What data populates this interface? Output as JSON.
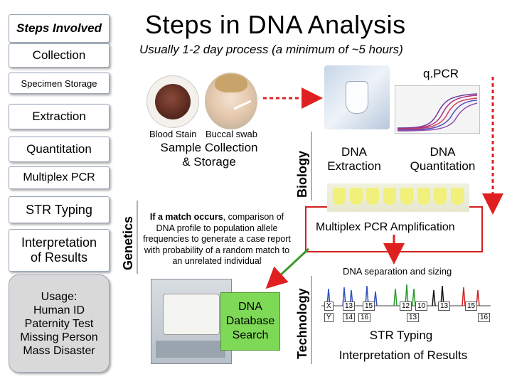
{
  "sidebar": {
    "heading": "Steps Involved",
    "collection": "Collection",
    "specimen_storage": "Specimen Storage",
    "extraction": "Extraction",
    "quantitation": "Quantitation",
    "multiplex_pcr": "Multiplex PCR",
    "str_typing": "STR Typing",
    "interpretation": [
      "Interpretation",
      "of Results"
    ],
    "usage": [
      "Usage:",
      "Human ID",
      "Paternity Test",
      "Missing Person",
      "Mass Disaster"
    ]
  },
  "title": "Steps in DNA Analysis",
  "subtitle": "Usually 1-2 day process (a minimum of ~5 hours)",
  "labels": {
    "biology": "Biology",
    "genetics": "Genetics",
    "technology": "Technology"
  },
  "collection": {
    "blood_stain": "Blood Stain",
    "buccal_swab": "Buccal swab",
    "caption": [
      "Sample Collection",
      "& Storage"
    ]
  },
  "lab": {
    "qpcr": "q.PCR",
    "dna_extraction": [
      "DNA",
      "Extraction"
    ],
    "dna_quantitation": [
      "DNA",
      "Quantitation"
    ],
    "multiplex_amp": "Multiplex PCR Amplification",
    "separation": "DNA separation and sizing",
    "str_typing": "STR Typing",
    "interpretation": "Interpretation of Results"
  },
  "match_paragraph": {
    "bold": "If a match occurs",
    "rest": ", comparison of DNA profile to population allele frequencies to generate a case report with probability of a random match to an unrelated individual"
  },
  "database": [
    "DNA",
    "Database",
    "Search"
  ],
  "electropherogram": {
    "row1": [
      "X",
      "13",
      "15",
      "12",
      "10",
      "13",
      "15"
    ],
    "row2": [
      "Y",
      "14",
      "16",
      "13",
      "16"
    ]
  },
  "colors": {
    "heading": "#000000",
    "arrow_red": "#e02020",
    "box_red": "#d02020",
    "database_green": "#7ed957",
    "usage_gray": "#d9d9d9"
  }
}
